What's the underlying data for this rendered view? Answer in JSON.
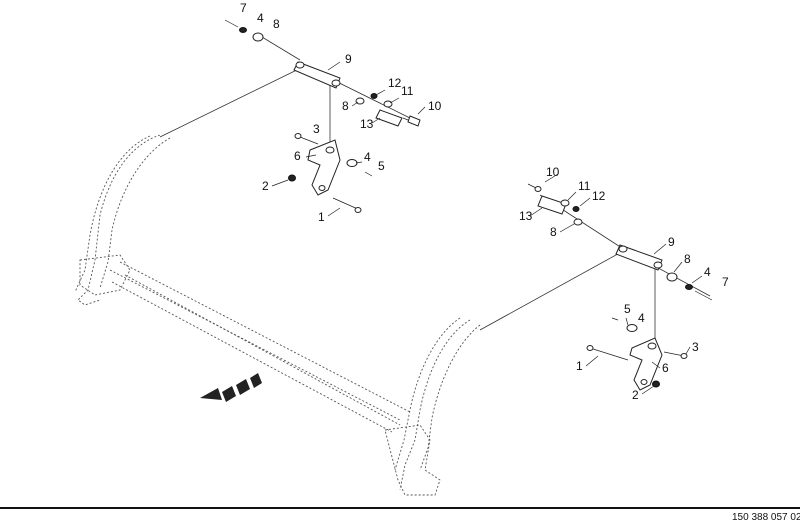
{
  "diagram": {
    "callouts_left": {
      "c7": "7",
      "c4a": "4",
      "c8a": "8",
      "c9": "9",
      "c12": "12",
      "c11": "11",
      "c8b": "8",
      "c10": "10",
      "c13": "13",
      "c3": "3",
      "c6": "6",
      "c4b": "4",
      "c5": "5",
      "c2": "2",
      "c1": "1"
    },
    "callouts_right": {
      "c10": "10",
      "c11": "11",
      "c12": "12",
      "c13": "13",
      "c8a": "8",
      "c9": "9",
      "c8b": "8",
      "c4a": "4",
      "c7": "7",
      "c5": "5",
      "c4b": "4",
      "c3": "3",
      "c1": "1",
      "c6": "6",
      "c2": "2"
    },
    "document_number": "150 388 057 02"
  }
}
